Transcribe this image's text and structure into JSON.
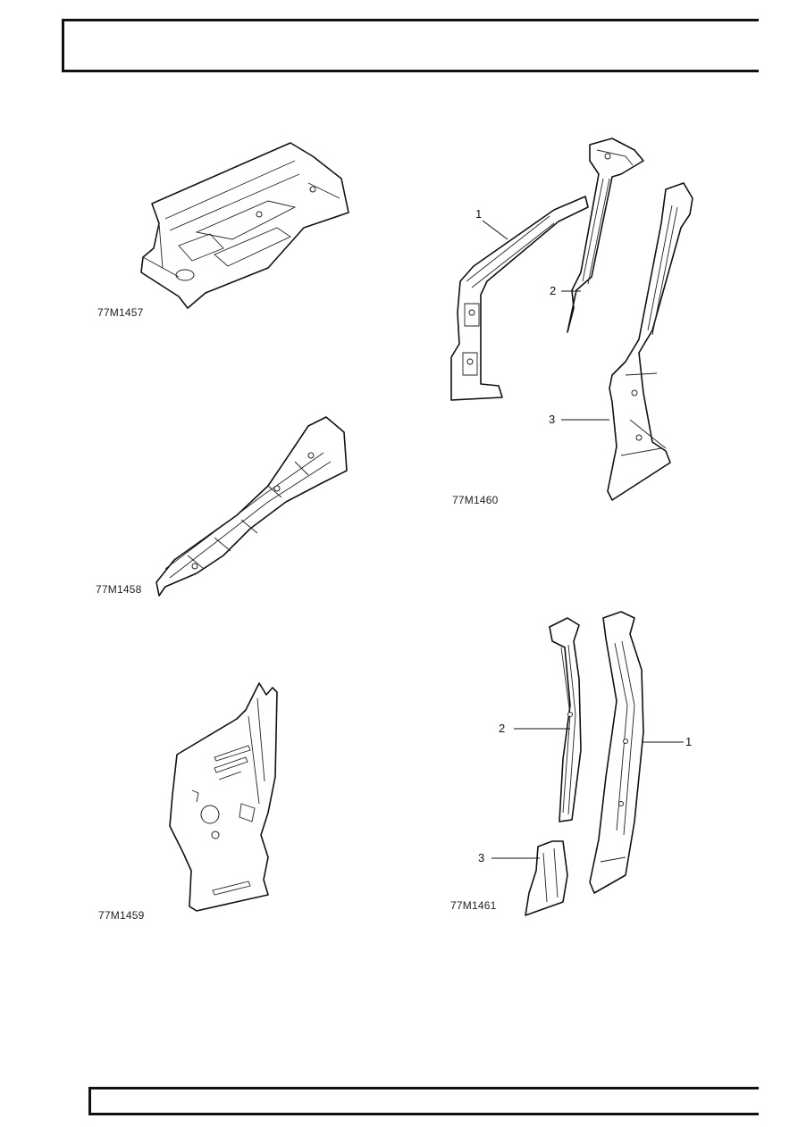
{
  "figures": [
    {
      "code": "77M1457"
    },
    {
      "code": "77M1458"
    },
    {
      "code": "77M1459"
    },
    {
      "code": "77M1460",
      "callouts": [
        "1",
        "2",
        "3"
      ]
    },
    {
      "code": "77M1461",
      "callouts": [
        "2",
        "1",
        "3"
      ]
    }
  ]
}
